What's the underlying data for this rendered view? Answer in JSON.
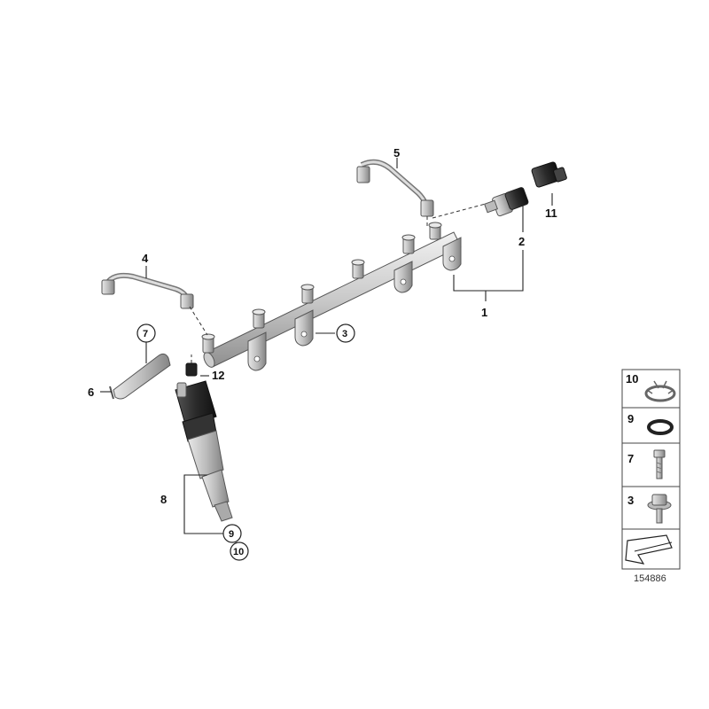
{
  "callouts": {
    "c1": "1",
    "c2": "2",
    "c3": "3",
    "c4": "4",
    "c5": "5",
    "c6": "6",
    "c7": "7",
    "c8": "8",
    "c9": "9",
    "c10": "10",
    "c11": "11",
    "c12": "12"
  },
  "legend": {
    "r1": "10",
    "r2": "9",
    "r3": "7",
    "r4": "3"
  },
  "diagram_number": "154886"
}
